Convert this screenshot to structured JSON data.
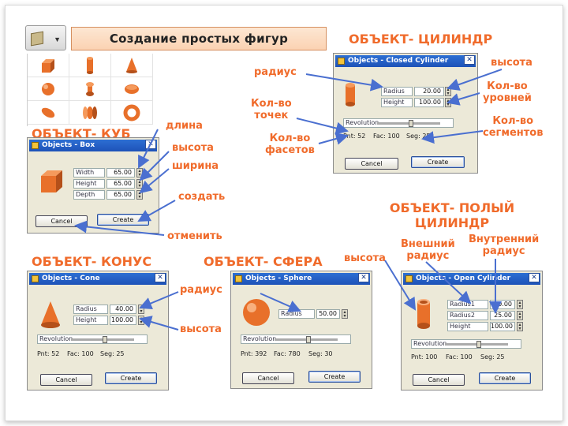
{
  "header": {
    "title": "Создание простых фигур",
    "heading_cylinder": "ОБЪЕКТ- ЦИЛИНДР"
  },
  "headings": {
    "cube": "ОБЪЕКТ- КУБ",
    "cone": "ОБЪЕКТ- КОНУС",
    "sphere": "ОБЪЕКТ- СФЕРА",
    "hollow_cylinder": [
      "ОБЪЕКТ- ПОЛЫЙ",
      "ЦИЛИНДР"
    ]
  },
  "notes": {
    "cyl_radius": "радиус",
    "cyl_height": "высота",
    "cyl_points": [
      "Кол-во",
      "точек"
    ],
    "cyl_facets": [
      "Кол-во",
      "фасетов"
    ],
    "cyl_levels": [
      "Кол-во",
      "уровней"
    ],
    "cyl_segments": [
      "Кол-во",
      "сегментов"
    ],
    "box_length": "длина",
    "box_height": "высота",
    "box_width": "ширина",
    "box_create": "создать",
    "box_cancel": "отменить",
    "cone_radius": "радиус",
    "cone_height": "высота",
    "sphere_height": "высота",
    "hollow_outer": [
      "Внешний",
      "радиус"
    ],
    "hollow_inner": [
      "Внутренний",
      "радиус"
    ]
  },
  "dialogs": {
    "cylinder": {
      "title": "Objects - Closed Cylinder",
      "fields": [
        {
          "label": "Radius",
          "value": "20.00"
        },
        {
          "label": "Height",
          "value": "100.00"
        }
      ],
      "slider_label": "Revolution",
      "stats": {
        "pnt": "Pnt: 52",
        "fac": "Fac: 100",
        "seg": "Seg: 25"
      },
      "cancel": "Cancel",
      "create": "Create"
    },
    "box": {
      "title": "Objects - Box",
      "fields": [
        {
          "label": "Width",
          "value": "65.00"
        },
        {
          "label": "Height",
          "value": "65.00"
        },
        {
          "label": "Depth",
          "value": "65.00"
        }
      ],
      "cancel": "Cancel",
      "create": "Create"
    },
    "cone": {
      "title": "Objects - Cone",
      "fields": [
        {
          "label": "Radius",
          "value": "40.00"
        },
        {
          "label": "Height",
          "value": "100.00"
        }
      ],
      "slider_label": "Revolution",
      "stats": {
        "pnt": "Pnt: 52",
        "fac": "Fac: 100",
        "seg": "Seg: 25"
      },
      "cancel": "Cancel",
      "create": "Create"
    },
    "sphere": {
      "title": "Objects - Sphere",
      "fields": [
        {
          "label": "Radius",
          "value": "50.00"
        }
      ],
      "slider_label": "Revolution",
      "stats": {
        "pnt": "Pnt: 392",
        "fac": "Fac: 780",
        "seg": "Seg: 30"
      },
      "cancel": "Cancel",
      "create": "Create"
    },
    "open_cylinder": {
      "title": "Objects - Open Cylinder",
      "fields": [
        {
          "label": "Radius1",
          "value": "20.00"
        },
        {
          "label": "Radius2",
          "value": "25.00"
        },
        {
          "label": "Height",
          "value": "100.00"
        }
      ],
      "slider_label": "Revolution",
      "stats": {
        "pnt": "Pnt: 100",
        "fac": "Fac: 100",
        "seg": "Seg: 25"
      },
      "cancel": "Cancel",
      "create": "Create"
    }
  },
  "colors": {
    "accent": "#f06b2b",
    "arrow": "#4a6fd0",
    "object": "#e8702a"
  }
}
